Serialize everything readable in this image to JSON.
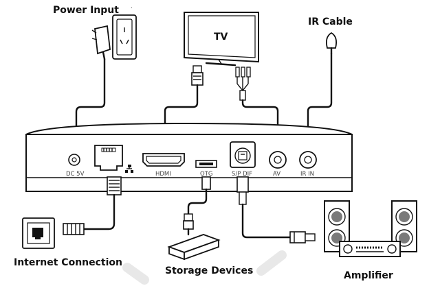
{
  "labels": {
    "power_input": "Power Input",
    "tv": "TV",
    "ir_cable": "IR Cable",
    "internet_connection": "Internet Connection",
    "storage_devices": "Storage Devices",
    "amplifier": "Amplifier"
  },
  "ports": {
    "dc": "DC 5V",
    "hdmi": "HDMI",
    "otg": "OTG",
    "spdif": "S/P DIF",
    "av": "AV",
    "irin": "IR IN"
  },
  "colors": {
    "stroke": "#111111",
    "box_fill": "#ffffff",
    "cone_gray": "#7a7a7a",
    "watermark": "#e6e6e6"
  }
}
